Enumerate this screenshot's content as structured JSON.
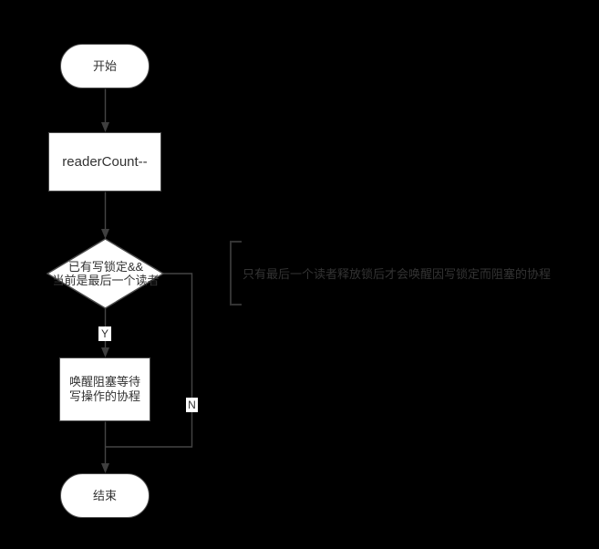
{
  "colors": {
    "background": "#000000",
    "node_fill": "#ffffff",
    "node_stroke": "#4d4d4d",
    "edge_stroke": "#444444",
    "node_text": "#333333",
    "annotation_text": "#333333",
    "edge_label_background": "#ffffff"
  },
  "nodes": {
    "start": {
      "type": "terminator",
      "label": "开始"
    },
    "decrement": {
      "type": "process",
      "label": "readerCount--"
    },
    "decision": {
      "type": "decision",
      "line1": "已有写锁定&&",
      "line2": "当前是最后一个读者"
    },
    "wake": {
      "type": "process",
      "line1": "唤醒阻塞等待",
      "line2": "写操作的协程"
    },
    "end": {
      "type": "terminator",
      "label": "结束"
    }
  },
  "edge_labels": {
    "yes": "Y",
    "no": "N"
  },
  "annotation": {
    "text": "只有最后一个读者释放锁后才会唤醒因写锁定而阻塞的协程"
  }
}
